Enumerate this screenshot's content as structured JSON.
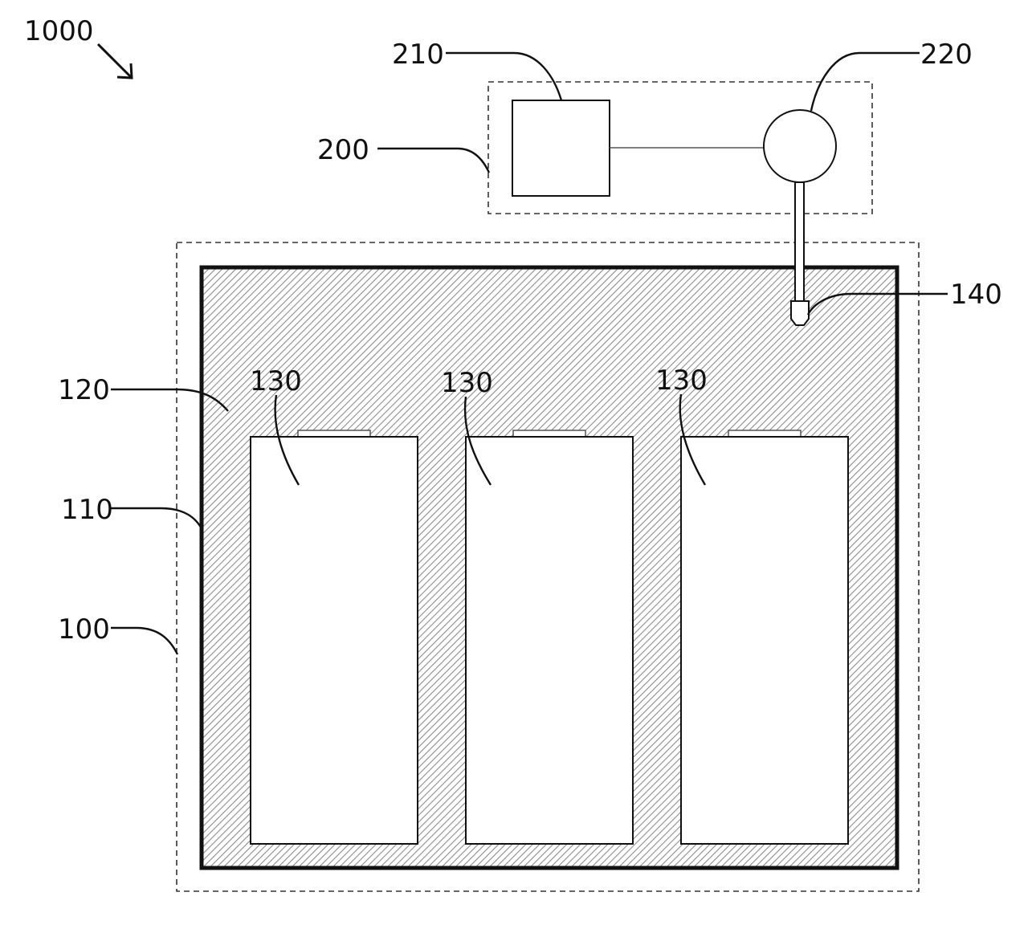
{
  "labels": {
    "system": "1000",
    "unit": "200",
    "controller": "210",
    "pump": "220",
    "housing": "100",
    "case": "110",
    "medium": "120",
    "cell_left": "130",
    "cell_middle": "130",
    "cell_right": "130",
    "nozzle": "140"
  },
  "colors": {
    "line": "#111111",
    "hatch": "#9a9a9a",
    "background": "#ffffff"
  }
}
